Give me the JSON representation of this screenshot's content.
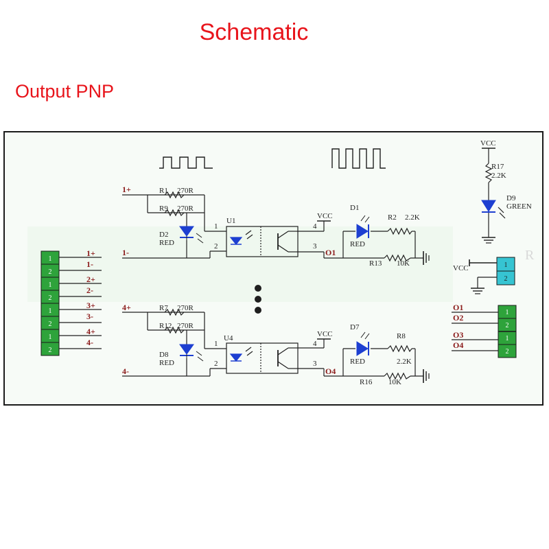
{
  "title": "Schematic",
  "subtitle": "Output PNP",
  "colors": {
    "title": "#e8141b",
    "board_bg": "#f7fbf7",
    "border": "#1a1a1a",
    "wire": "#1f1f1f",
    "label": "#8b1a1a",
    "diode_blue": "#1d3fd1",
    "connector_green": "#2ea33b",
    "connector_cyan": "#36c4d2"
  },
  "input_connector": {
    "pins": [
      {
        "top": "1",
        "bottom": "2",
        "label_top": "1+",
        "label_bottom": "1-"
      },
      {
        "top": "1",
        "bottom": "2",
        "label_top": "2+",
        "label_bottom": "2-"
      },
      {
        "top": "1",
        "bottom": "2",
        "label_top": "3+",
        "label_bottom": "3-"
      },
      {
        "top": "1",
        "bottom": "2",
        "label_top": "4+",
        "label_bottom": "4-"
      }
    ]
  },
  "channel1": {
    "in_plus": "1+",
    "in_minus": "1-",
    "r1": "R1",
    "r1_val": "270R",
    "r9": "R9",
    "r9_val": "270R",
    "led": "D2",
    "led_color": "RED",
    "opto": "U1",
    "pin1": "1",
    "pin2": "2",
    "pin3": "3",
    "pin4": "4",
    "vcc": "VCC",
    "out_led": "D1",
    "out_led_color": "RED",
    "r2": "R2",
    "r2_val": "2.2K",
    "r13": "R13",
    "r13_val": "10K",
    "out": "O1"
  },
  "channel4": {
    "in_plus": "4+",
    "in_minus": "4-",
    "r7": "R7",
    "r7_val": "270R",
    "r12": "R12",
    "r12_val": "270R",
    "led": "D8",
    "led_color": "RED",
    "opto": "U4",
    "pin1": "1",
    "pin2": "2",
    "pin3": "3",
    "pin4": "4",
    "vcc": "VCC",
    "out_led": "D7",
    "out_led_color": "RED",
    "r8": "R8",
    "r8_val": "2.2K",
    "r16": "R16",
    "r16_val": "10K",
    "out": "O4"
  },
  "power_indicator": {
    "vcc": "VCC",
    "r17": "R17",
    "r17_val": "2.2K",
    "d9": "D9",
    "d9_color": "GREEN"
  },
  "vcc_connector": {
    "vcc": "VCC",
    "pin1": "1",
    "pin2": "2"
  },
  "output_connector": {
    "labels": [
      "O1",
      "O2",
      "O3",
      "O4"
    ],
    "pins": [
      "1",
      "2",
      "1",
      "2"
    ]
  },
  "watermark_r": "R"
}
